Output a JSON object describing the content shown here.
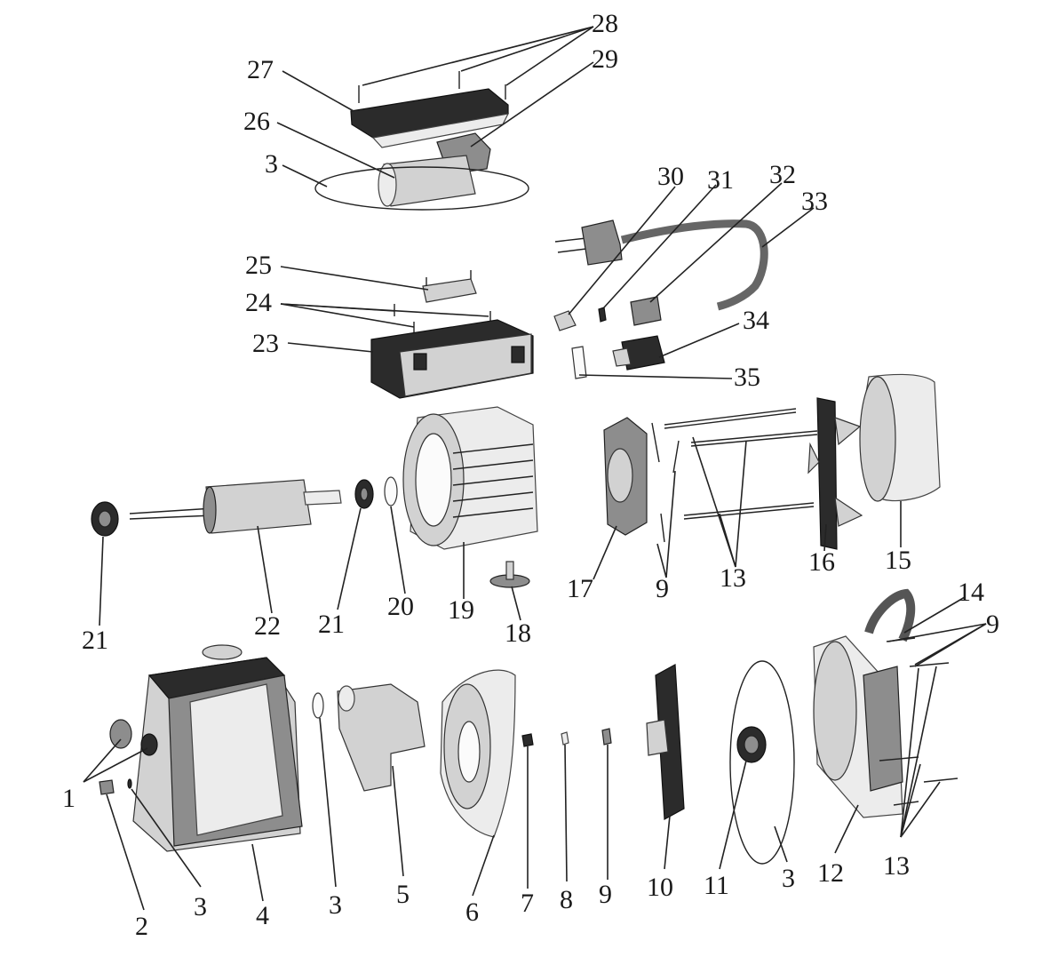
{
  "labels": {
    "p1": "1",
    "p2": "2",
    "p3a": "3",
    "p3b": "3",
    "p3c": "3",
    "p3d": "3",
    "p4": "4",
    "p5": "5",
    "p6": "6",
    "p7": "7",
    "p8": "8",
    "p9a": "9",
    "p9b": "9",
    "p9c": "9",
    "p10": "10",
    "p11": "11",
    "p12": "12",
    "p13a": "13",
    "p13b": "13",
    "p14": "14",
    "p15": "15",
    "p16": "16",
    "p17": "17",
    "p18": "18",
    "p19": "19",
    "p20": "20",
    "p21a": "21",
    "p21b": "21",
    "p22": "22",
    "p23": "23",
    "p24": "24",
    "p25": "25",
    "p26": "26",
    "p27": "27",
    "p28": "28",
    "p29": "29",
    "p30": "30",
    "p31": "31",
    "p32": "32",
    "p33": "33",
    "p34": "34",
    "p35": "35"
  }
}
